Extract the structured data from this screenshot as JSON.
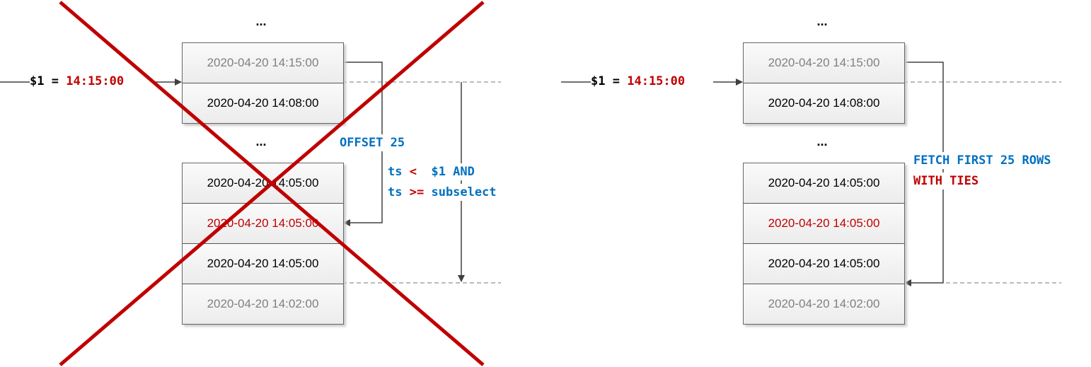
{
  "colors": {
    "accent_blue": "#0070c0",
    "accent_red": "#c00000",
    "muted": "#808080"
  },
  "left": {
    "param": {
      "name": "$1",
      "eq": "=",
      "value": "14:15:00"
    },
    "ellipsis_top": "...",
    "ellipsis_mid": "...",
    "top_rows": [
      {
        "text": "2020-04-20 14:15:00",
        "tone": "gray"
      },
      {
        "text": "2020-04-20 14:08:00",
        "tone": "black"
      }
    ],
    "bottom_rows": [
      {
        "text": "2020-04-20 14:05:00",
        "tone": "black"
      },
      {
        "text": "2020-04-20 14:05:00",
        "tone": "red"
      },
      {
        "text": "2020-04-20 14:05:00",
        "tone": "black"
      },
      {
        "text": "2020-04-20 14:02:00",
        "tone": "gray"
      }
    ],
    "offset_label": "OFFSET 25",
    "cond_line1": {
      "a": "ts",
      "op": "<",
      "b": " $1 AND"
    },
    "cond_line2": {
      "a": "ts",
      "op": ">=",
      "b": "subselect"
    },
    "crossed_out": true
  },
  "right": {
    "param": {
      "name": "$1",
      "eq": "=",
      "value": "14:15:00"
    },
    "ellipsis_top": "...",
    "ellipsis_mid": "...",
    "top_rows": [
      {
        "text": "2020-04-20 14:15:00",
        "tone": "gray"
      },
      {
        "text": "2020-04-20 14:08:00",
        "tone": "black"
      }
    ],
    "bottom_rows": [
      {
        "text": "2020-04-20 14:05:00",
        "tone": "black"
      },
      {
        "text": "2020-04-20 14:05:00",
        "tone": "red"
      },
      {
        "text": "2020-04-20 14:05:00",
        "tone": "black"
      },
      {
        "text": "2020-04-20 14:02:00",
        "tone": "gray"
      }
    ],
    "fetch_label": "FETCH FIRST 25 ROWS",
    "ties_label": "WITH TIES"
  }
}
